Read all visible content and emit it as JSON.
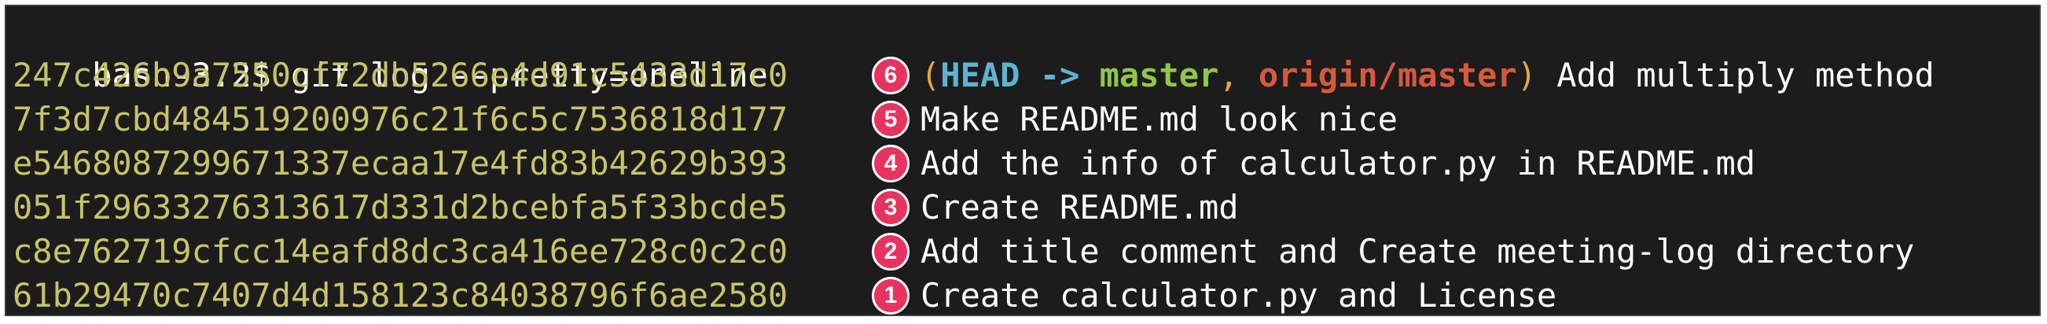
{
  "colors": {
    "background": "#1c1c1c",
    "hash": "#c8c36a",
    "head": "#5fb3d0",
    "branch": "#8fc74a",
    "origin": "#d9583b",
    "badge": "#e8325f"
  },
  "terminal": {
    "prompt": "bash-3.2$ ",
    "command": "git log --pretty=oneline",
    "commits": [
      {
        "hash": "247c426b9a7550cf72db5266e4d91c5433d17c0",
        "badge": "6",
        "refs": {
          "open": "(",
          "head": "HEAD",
          "arrow": " -> ",
          "branch": "master",
          "sep": ", ",
          "remote": "origin/master",
          "close": ")"
        },
        "message": " Add multiply method"
      },
      {
        "hash": "7f3d7cbd484519200976c21f6c5c7536818d177",
        "badge": "5",
        "message": "Make README.md look nice"
      },
      {
        "hash": "e546808729967133 7ecaa17e4fd83b42629b393",
        "badge": "4",
        "message": "Add the info of calculator.py in README.md"
      },
      {
        "hash": "051f29633276313617d331d2bcebfa5f33bcde5",
        "badge": "3",
        "message": "Create README.md"
      },
      {
        "hash": "c8e762719cfcc14eafd8dc3ca416ee728c0c2c0",
        "badge": "2",
        "message": "Add title comment and Create meeting-log directory"
      },
      {
        "hash": "61b29470c7407d4d158123c84038796f6ae2580",
        "badge": "1",
        "message": "Create calculator.py and License"
      }
    ]
  }
}
